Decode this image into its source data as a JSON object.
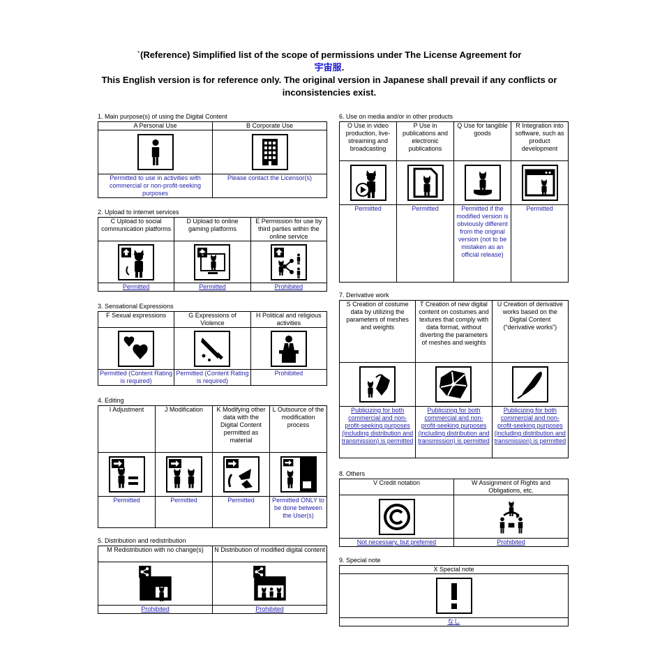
{
  "header": {
    "line1_prefix": "`(Reference) Simplified list of the scope of permissions under The License Agreement for",
    "line2_link": "宇宙服",
    "line2_suffix": ".",
    "line3": "This English version is for reference only. The original version in Japanese shall prevail if any conflicts or inconsistencies exist."
  },
  "sections": {
    "s1": {
      "title": "1. Main purpose(s) of using the Digital Content",
      "items": [
        {
          "label": "A Personal Use",
          "icon": "person-icon",
          "status": "Permitted to use in activities with commercial or non-profit-seeking purposes"
        },
        {
          "label": "B  Corporate Use",
          "icon": "building-icon",
          "status": "Please contact the Licensor(s)"
        }
      ]
    },
    "s2": {
      "title": "2. Upload to internet services",
      "items": [
        {
          "label": "C Upload to social communication platforms",
          "icon": "upload-avatar-icon",
          "status": "Permitted"
        },
        {
          "label": "D Upload to online gaming platforms",
          "icon": "upload-monitor-icon",
          "status": "Permitted"
        },
        {
          "label": "E Permission for use by third parties within the online service",
          "icon": "upload-share-icon",
          "status": "Prohibited"
        }
      ]
    },
    "s3": {
      "title": "3. Sensational Expressions",
      "items": [
        {
          "label": "F Sexual expressions",
          "icon": "hearts-icon",
          "status": "Permitted (Content Rating is required)"
        },
        {
          "label": "G Expressions of Violence",
          "icon": "knife-icon",
          "status": "Permitted (Content Rating is required)"
        },
        {
          "label": "H Political and religious activities",
          "icon": "podium-icon",
          "status": "Prohibited"
        }
      ]
    },
    "s4": {
      "title": "4. Editing",
      "items": [
        {
          "label": "I Adjustment",
          "icon": "adjust-icon",
          "status": "Permitted"
        },
        {
          "label": "J Modification",
          "icon": "modify-icon",
          "status": "Permitted"
        },
        {
          "label": "K Modifying other data with the Digital Content permitted as material",
          "icon": "material-icon",
          "status": "Permitted"
        },
        {
          "label": "L Outsource of the modification process",
          "icon": "outsource-icon",
          "status": "Permitted ONLY to be done between the User(s)"
        }
      ]
    },
    "s5": {
      "title": "5. Distribution and redistribution",
      "items": [
        {
          "label": "M Redistribution with no change(s)",
          "icon": "share-folder-icon",
          "status": "Prohibited"
        },
        {
          "label": "N Distribution of modified digital content",
          "icon": "share-modified-icon",
          "status": "Prohibited"
        }
      ]
    },
    "s6": {
      "title": "6. Use on media and/or in other products",
      "items": [
        {
          "label": "O Use in video production, live-streaming and broadcasting",
          "icon": "video-icon",
          "status": "Permitted"
        },
        {
          "label": "P Use in publications and electronic publications",
          "icon": "document-icon",
          "status": "Permitted"
        },
        {
          "label": "Q Use for tangible goods",
          "icon": "figure-icon",
          "status": "Permitted if the modified version is obviously different from the original version (not to be mistaken as an official release)"
        },
        {
          "label": "R Integration into software, such as product development",
          "icon": "software-icon",
          "status": "Permitted"
        }
      ]
    },
    "s7": {
      "title": "7. Derivative work",
      "items": [
        {
          "label": "S Creation of costume data by utilizing the parameters of meshes and weights",
          "icon": "recycle-icon",
          "status": "Publicizing for both commercial and non-profit-seeking purposes (including distribution and transmission) is permitted"
        },
        {
          "label": "T Creation of new digital content on costumes and textures that comply with data format, without diverting the parameters of meshes and weights",
          "icon": "fabric-icon",
          "status": "Publicizing for both commercial and non-profit-seeking purposes (including distribution and transmission) is permitted"
        },
        {
          "label": "U Creation of derivative works based on the Digital Content (“derivative works”)",
          "icon": "pen-icon",
          "status": "Publicizing for both commercial and non-profit-seeking purposes (including distribution and transmission) is permitted"
        }
      ]
    },
    "s8": {
      "title": "8. Others",
      "items": [
        {
          "label": "V Credit notation",
          "icon": "copyright-icon",
          "status": "Not necessary, but preferred"
        },
        {
          "label": "W Assignment of Rights and Obligations, etc.",
          "icon": "transfer-icon",
          "status": "Prohibited"
        }
      ]
    },
    "s9": {
      "title": "9. Special note",
      "items": [
        {
          "label": "X Special note",
          "icon": "exclamation-icon",
          "status": "なし"
        }
      ]
    }
  }
}
